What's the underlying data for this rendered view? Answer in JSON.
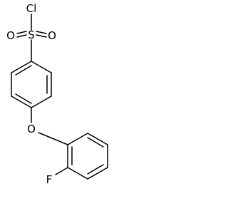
{
  "molecule": {
    "atoms": {
      "chlorine": "Cl",
      "sulfur": "S",
      "oxygen_left": "O",
      "oxygen_right": "O",
      "ether_oxygen": "O",
      "fluorine": "F"
    }
  },
  "colors": {
    "line": "#000000",
    "background": "#ffffff"
  }
}
